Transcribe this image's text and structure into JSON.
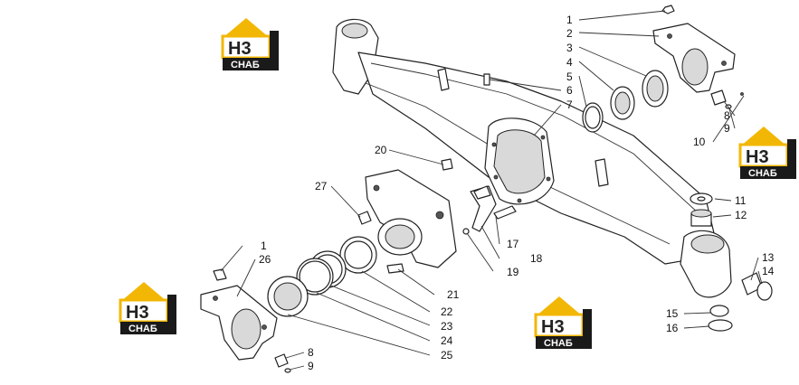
{
  "logo": {
    "mark": "Н3",
    "text": "СНАБ",
    "colors": {
      "roof": "#f2b705",
      "box": "#1a1a1a",
      "text": "#ffffff"
    }
  },
  "callouts": {
    "c1_top": "1",
    "c2": "2",
    "c3": "3",
    "c4": "4",
    "c5": "5",
    "c6": "6",
    "c7": "7",
    "c8_top": "8",
    "c9_top": "9",
    "c10": "10",
    "c11": "11",
    "c12": "12",
    "c13": "13",
    "c14": "14",
    "c15": "15",
    "c16": "16",
    "c17": "17",
    "c18": "18",
    "c19": "19",
    "c20": "20",
    "c21": "21",
    "c22": "22",
    "c23": "23",
    "c24": "24",
    "c25": "25",
    "c26": "26",
    "c27": "27",
    "c1_bottom": "1",
    "c8_bottom": "8",
    "c9_bottom": "9"
  }
}
